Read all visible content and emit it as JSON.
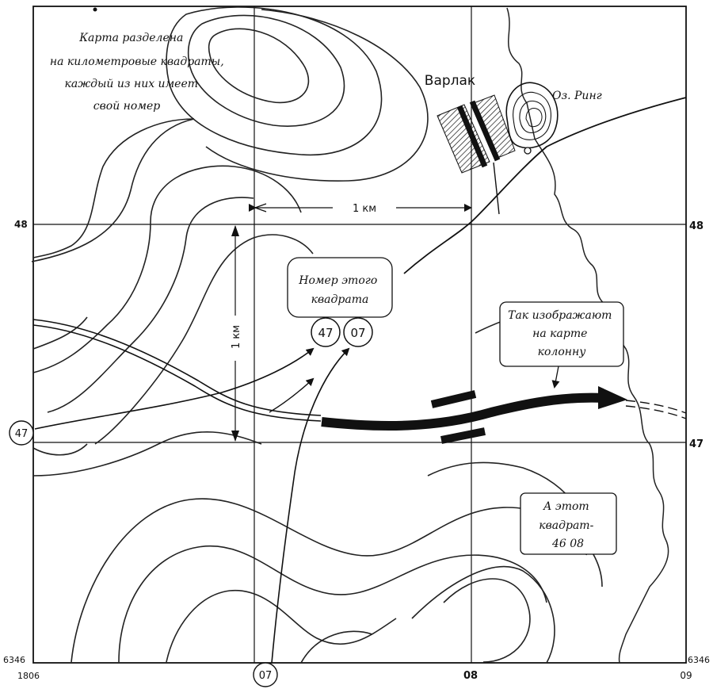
{
  "map": {
    "village_name": "Варлак",
    "lake_name": "Оз. Ринг",
    "callout_intro": [
      "Карта разделена",
      "на километровые квадраты,",
      "каждый из них имеет",
      "свой номер"
    ],
    "callout_square_number": [
      "Номер этого",
      "квадрата"
    ],
    "callout_column": [
      "Так изображают",
      "на карте",
      "колонну"
    ],
    "callout_square_4608": [
      "А этот",
      "квадрат-",
      "46 08"
    ],
    "scale_horizontal": "1 км",
    "scale_vertical": "1 км",
    "circle_label_47": "47",
    "circle_label_07": "07",
    "grid_labels": {
      "left_48": "48",
      "right_48": "48",
      "right_47": "47",
      "left_47_circled": "47",
      "bottom_left_line1": "6346",
      "bottom_left_line2": "1806",
      "bottom_07_circled": "07",
      "bottom_08": "08",
      "bottom_right_line1": "6346",
      "bottom_right_line2": "09"
    }
  }
}
